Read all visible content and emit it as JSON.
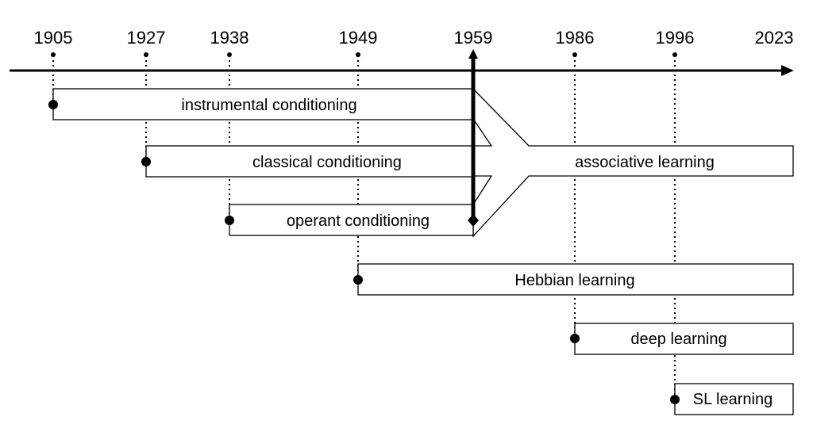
{
  "timeline": {
    "years": [
      "1905",
      "1927",
      "1938",
      "1949",
      "1959",
      "1986",
      "1996",
      "2023"
    ]
  },
  "bars": [
    {
      "label": "instrumental conditioning",
      "start": "1905"
    },
    {
      "label": "classical conditioning",
      "start": "1927"
    },
    {
      "label": "operant conditioning",
      "start": "1938"
    },
    {
      "label": "Hebbian learning",
      "start": "1949"
    },
    {
      "label": "deep learning",
      "start": "1986"
    },
    {
      "label": "SL learning",
      "start": "1996"
    }
  ],
  "merge": {
    "label": "associative learning",
    "year": "1959"
  }
}
